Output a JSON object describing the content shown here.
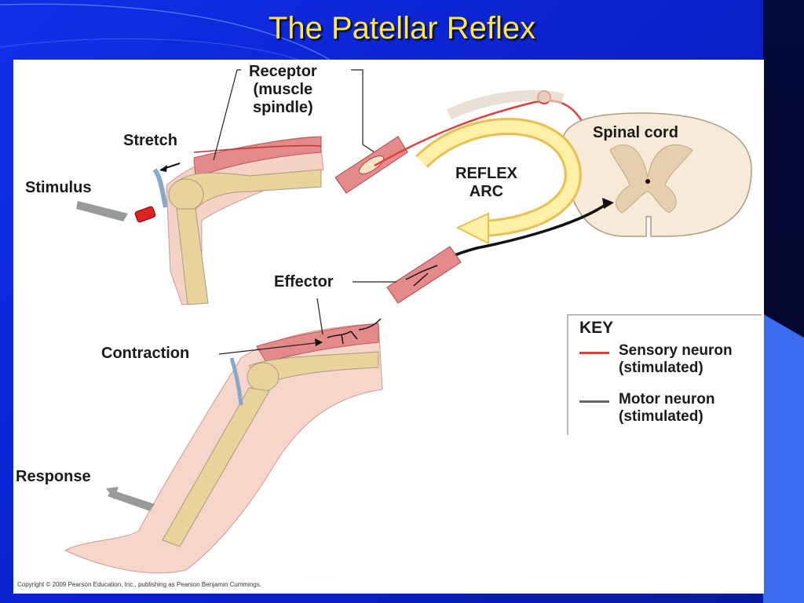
{
  "slide": {
    "title": "The Patellar Reflex"
  },
  "labels": {
    "receptor_line1": "Receptor",
    "receptor_line2": "(muscle",
    "receptor_line3": "spindle)",
    "stretch": "Stretch",
    "stimulus": "Stimulus",
    "spinal_cord": "Spinal cord",
    "reflex_line1": "REFLEX",
    "reflex_line2": "ARC",
    "effector": "Effector",
    "contraction": "Contraction",
    "response": "Response"
  },
  "key": {
    "title": "KEY",
    "items": [
      {
        "line1": "Sensory neuron",
        "line2": "(stimulated)",
        "color": "#e0403a"
      },
      {
        "line1": "Motor neuron",
        "line2": "(stimulated)",
        "color": "#666666"
      }
    ]
  },
  "copyright": "Copyright © 2009 Pearson Education, Inc., publishing as Pearson Benjamin Cummings.",
  "colors": {
    "background": "#0a24d0",
    "title": "#ffe640",
    "sensory": "#e0403a",
    "motor": "#111111",
    "arc_arrow": "#ffe47a",
    "bone": "#e8d49a",
    "skin": "#f6d6c8",
    "muscle": "#e48a8a"
  }
}
